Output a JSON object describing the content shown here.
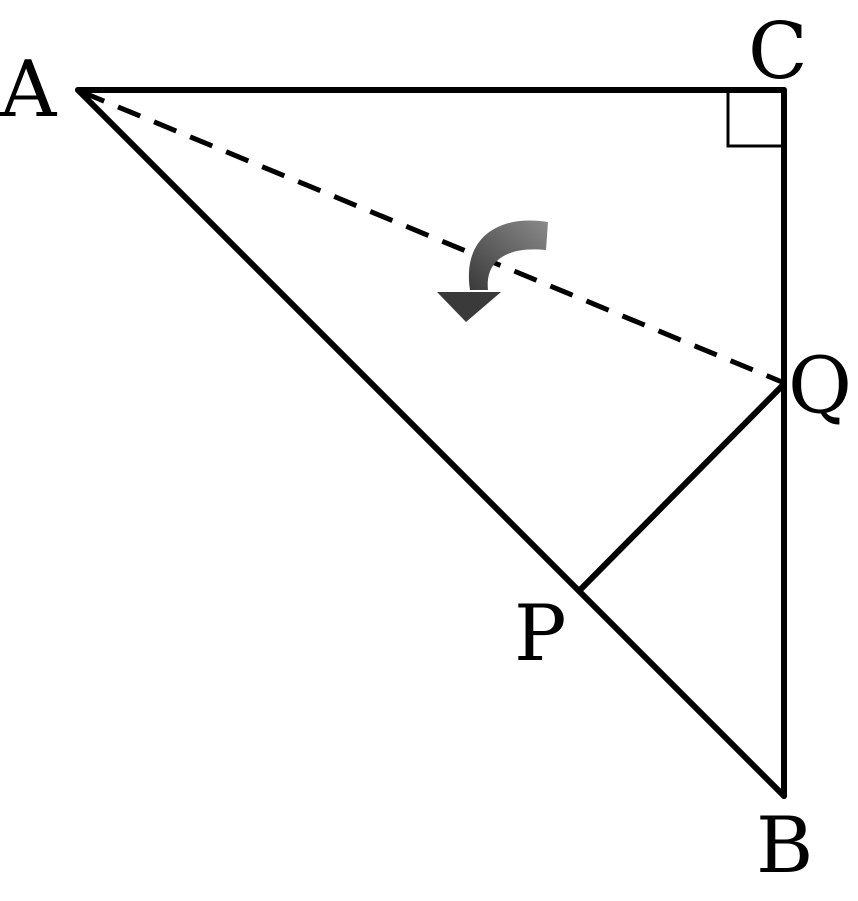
{
  "figure": {
    "points": {
      "A": "A",
      "B": "B",
      "C": "C",
      "P": "P",
      "Q": "Q"
    },
    "right_angle_at": "C",
    "fold_line": "AQ",
    "colors": {
      "stroke": "#000000",
      "arrow_dark": "#3a3a3a",
      "arrow_light": "#8a8a8a",
      "background": "#ffffff"
    },
    "icons": {
      "fold_arrow": "curved-arrow-icon"
    }
  }
}
